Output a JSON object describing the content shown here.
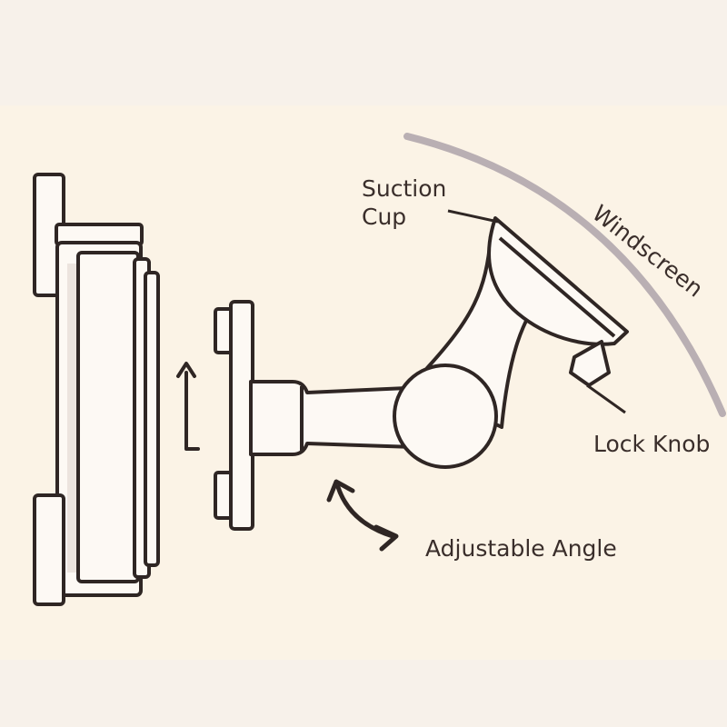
{
  "labels": {
    "suction_cup_line1": "Suction",
    "suction_cup_line2": "Cup",
    "windscreen": "Windscreen",
    "lock_knob": "Lock Knob",
    "adjustable_angle": "Adjustable Angle"
  },
  "colors": {
    "background": "#fbf3e6",
    "outer": "#f7f1ea",
    "line": "#2f2624",
    "fill": "#fdf9f4",
    "windscreen_arc": "#b9afb3"
  }
}
